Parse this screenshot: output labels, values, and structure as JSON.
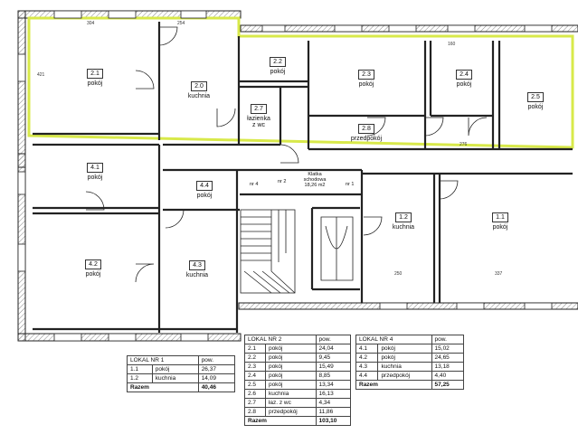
{
  "rooms": {
    "r21": {
      "num": "2.1",
      "name": "pokój"
    },
    "r20": {
      "num": "2.0",
      "name": "kuchnia"
    },
    "r22": {
      "num": "2.2",
      "name": "pokój"
    },
    "r27": {
      "num": "2.7",
      "name": "łazienka z wc"
    },
    "r23": {
      "num": "2.3",
      "name": "pokój"
    },
    "r24": {
      "num": "2.4",
      "name": "pokój"
    },
    "r25": {
      "num": "2.5",
      "name": "pokój"
    },
    "r28": {
      "num": "2.8",
      "name": "przedpokój"
    },
    "r41": {
      "num": "4.1",
      "name": "pokój"
    },
    "r42": {
      "num": "4.2",
      "name": "pokój"
    },
    "r44": {
      "num": "4.4",
      "name": "pokój"
    },
    "r43": {
      "num": "4.3",
      "name": "kuchnia"
    },
    "r12": {
      "num": "1.2",
      "name": "kuchnia"
    },
    "r11": {
      "num": "1.1",
      "name": "pokój"
    }
  },
  "stairwell": {
    "title": "Klatka schodowa",
    "area": "18,26 m2",
    "nr4": "nr 4",
    "nr2": "nr 2",
    "nr1": "nr 1"
  },
  "dims": {
    "d1": "304",
    "d2": "421",
    "d3": "254",
    "d4": "337",
    "d5": "160",
    "d6": "250",
    "d7": "276"
  },
  "table1": {
    "title": "LOKAL NR 1",
    "col": "pow.",
    "rows": [
      {
        "n": "1.1",
        "name": "pokój",
        "area": "26,37"
      },
      {
        "n": "1.2",
        "name": "kuchnia",
        "area": "14,09"
      }
    ],
    "sum_label": "Razem",
    "sum": "40,46"
  },
  "table2": {
    "title": "LOKAL NR 2",
    "col": "pow.",
    "rows": [
      {
        "n": "2.1",
        "name": "pokój",
        "area": "24,04"
      },
      {
        "n": "2.2",
        "name": "pokój",
        "area": "9,45"
      },
      {
        "n": "2.3",
        "name": "pokój",
        "area": "15,49"
      },
      {
        "n": "2.4",
        "name": "pokój",
        "area": "8,85"
      },
      {
        "n": "2.5",
        "name": "pokój",
        "area": "13,34"
      },
      {
        "n": "2.6",
        "name": "kuchnia",
        "area": "16,13"
      },
      {
        "n": "2.7",
        "name": "łaz. z wc",
        "area": "4,34"
      },
      {
        "n": "2.8",
        "name": "przedpokój",
        "area": "11,86"
      }
    ],
    "sum_label": "Razem",
    "sum": "103,10"
  },
  "table4": {
    "title": "LOKAL NR 4",
    "col": "pow.",
    "rows": [
      {
        "n": "4.1",
        "name": "pokój",
        "area": "15,02"
      },
      {
        "n": "4.2",
        "name": "pokój",
        "area": "24,65"
      },
      {
        "n": "4.3",
        "name": "kuchnia",
        "area": "13,18"
      },
      {
        "n": "4.4",
        "name": "przedpokój",
        "area": "4,40"
      }
    ],
    "sum_label": "Razem",
    "sum": "57,25"
  },
  "colors": {
    "highlight": "#d8e94a",
    "wall": "#222222",
    "hatch": "#9a9a9a"
  }
}
